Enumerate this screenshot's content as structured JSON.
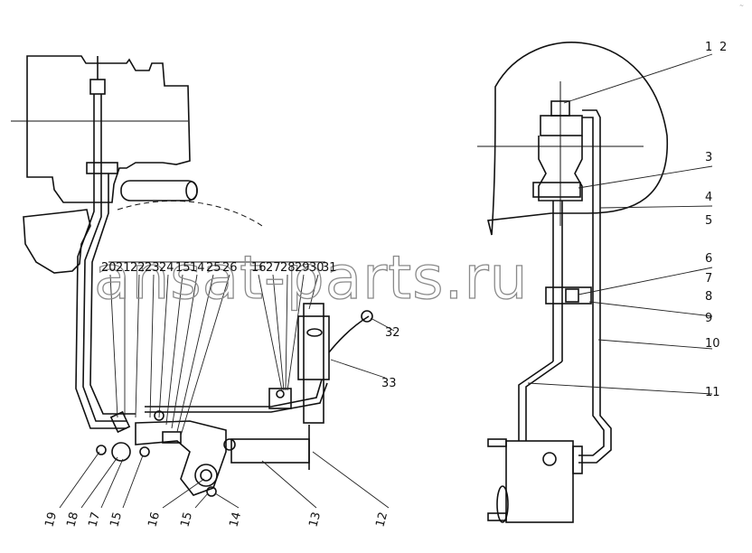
{
  "watermark": "ansat-parts.ru",
  "corner_mark": "~",
  "callouts_left_top": [
    "20",
    "21",
    "22",
    "23",
    "24",
    "15",
    "14",
    "25",
    "26",
    "16",
    "27",
    "28",
    "29",
    "30",
    "31"
  ],
  "callouts_left_side": [
    "32",
    "33"
  ],
  "callouts_left_bottom": [
    "19",
    "18",
    "17",
    "15",
    "16",
    "15",
    "14",
    "13",
    "12"
  ],
  "callouts_right": [
    "1",
    "2",
    "3",
    "4",
    "5",
    "6",
    "7",
    "8",
    "9",
    "10",
    "11"
  ]
}
